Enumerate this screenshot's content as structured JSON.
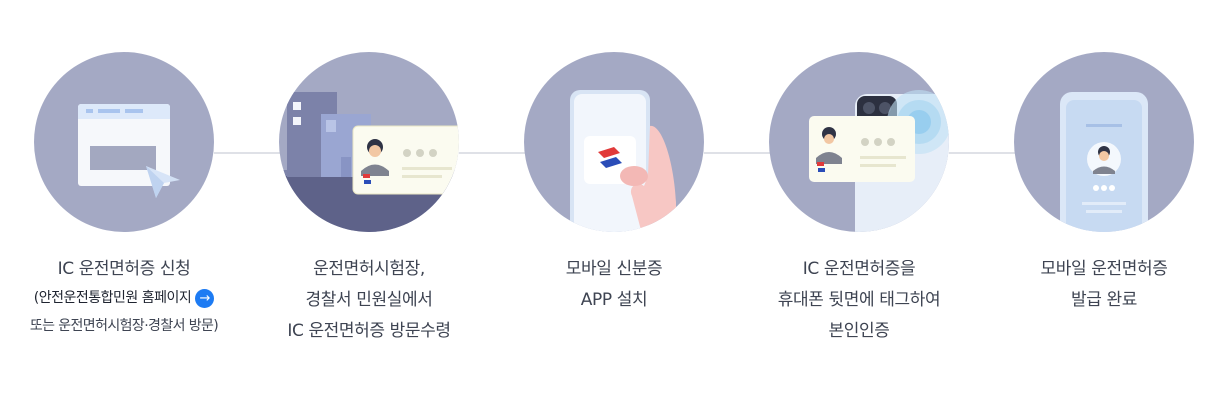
{
  "steps": [
    {
      "id": "apply",
      "lines": [
        "IC 운전면허증 신청"
      ],
      "sub": {
        "open": "(",
        "link_text": "안전운전통합민원 홈페이지",
        "arrow": "→",
        "more": "또는 운전면허시험장·경찰서 방문)"
      }
    },
    {
      "id": "receive",
      "lines": [
        "운전면허시험장,",
        "경찰서 민원실에서",
        "IC 운전면허증 방문수령"
      ]
    },
    {
      "id": "install",
      "lines": [
        "모바일 신분증",
        "APP 설치"
      ]
    },
    {
      "id": "verify",
      "lines": [
        "IC 운전면허증을",
        "휴대폰 뒷면에 태그하여",
        "본인인증"
      ]
    },
    {
      "id": "issue",
      "lines": [
        "모바일 운전면허증",
        "발급 완료"
      ]
    }
  ],
  "colors": {
    "circle_bg": "#a4a9c4",
    "link_button": "#1d7bf3",
    "text": "#3e4452",
    "connector": "#dfe1e7"
  },
  "icons": [
    "browser-window-icon",
    "cursor-icon",
    "buildings-icon",
    "license-card-icon",
    "smartphone-app-icon",
    "hand-icon",
    "nfc-phone-icon",
    "mobile-license-icon"
  ]
}
